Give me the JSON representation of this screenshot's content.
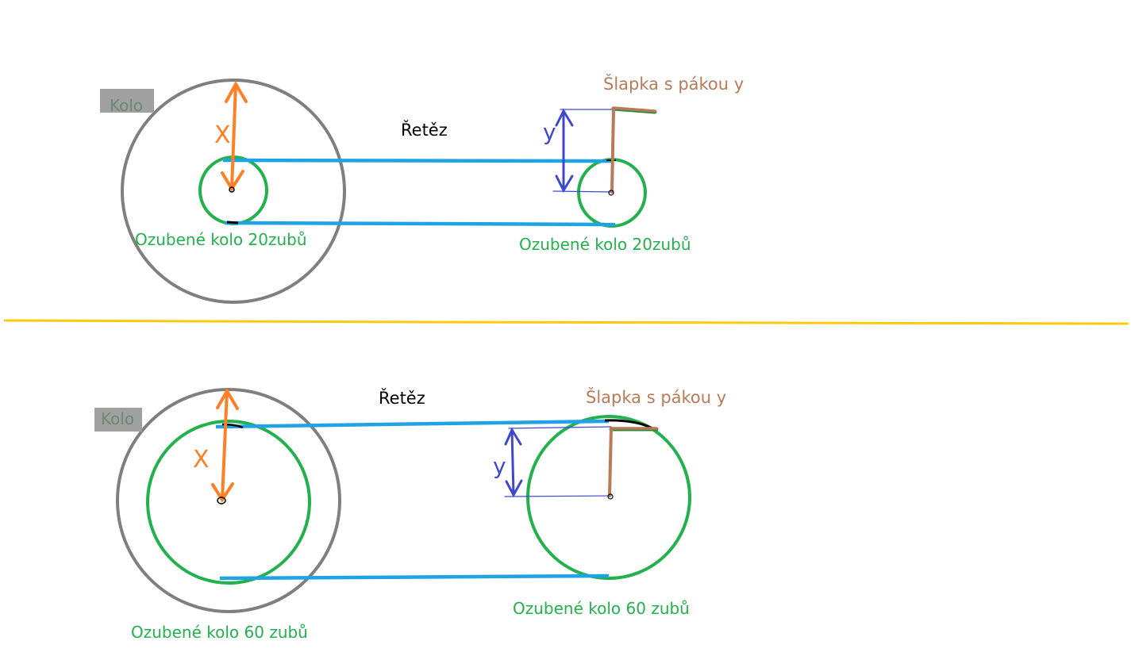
{
  "colors": {
    "wheel": "#7f7f7f",
    "sprocket": "#22b14c",
    "chain": "#1fa3e3",
    "orange": "#ff7f27",
    "blue": "#3f48cc",
    "pedal": "#b97a57",
    "divider": "#ffc90e",
    "kolo_badge": "#a0a0a0"
  },
  "top": {
    "wheel_label": "Kolo",
    "chain_label": "Řetěz",
    "pedal_label": "Šlapka s pákou y",
    "rear_sprocket_label": "Ozubené kolo 20zubů",
    "front_sprocket_label": "Ozubené kolo 20zubů",
    "x_label": "X",
    "y_label": "y"
  },
  "bottom": {
    "wheel_label": "Kolo",
    "chain_label": "Řetěz",
    "pedal_label": "Šlapka s pákou y",
    "rear_sprocket_label": "Ozubené kolo 60 zubů",
    "front_sprocket_label": "Ozubené kolo 60 zubů",
    "x_label": "X",
    "y_label": "y"
  }
}
